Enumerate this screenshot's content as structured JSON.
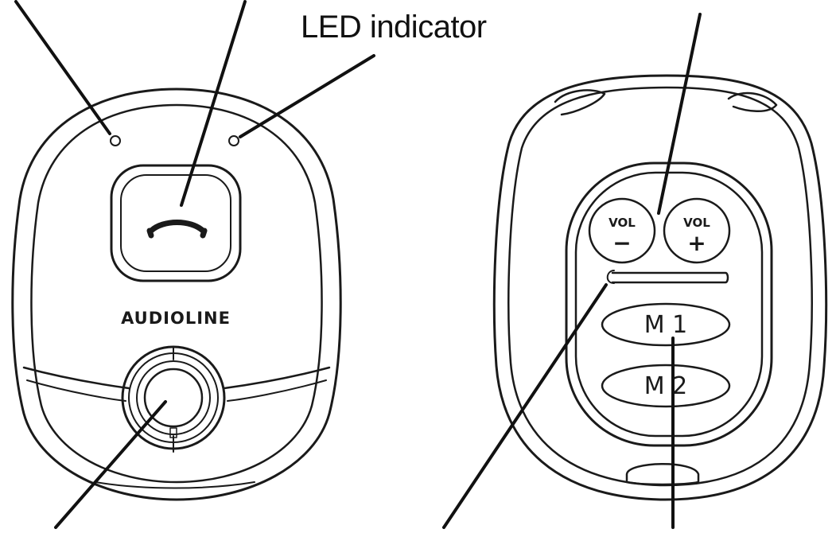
{
  "labels": {
    "led_indicator": "LED indicator"
  },
  "front_unit": {
    "brand": "AUDIOLINE",
    "call_button_icon": "handset-icon"
  },
  "back_unit": {
    "vol_minus": {
      "text": "VOL",
      "sign": "−"
    },
    "vol_plus": {
      "text": "VOL",
      "sign": "+"
    },
    "memory_1": "M 1",
    "memory_2": "M 2"
  },
  "colors": {
    "line": "#1a1a1a",
    "background": "#ffffff"
  }
}
